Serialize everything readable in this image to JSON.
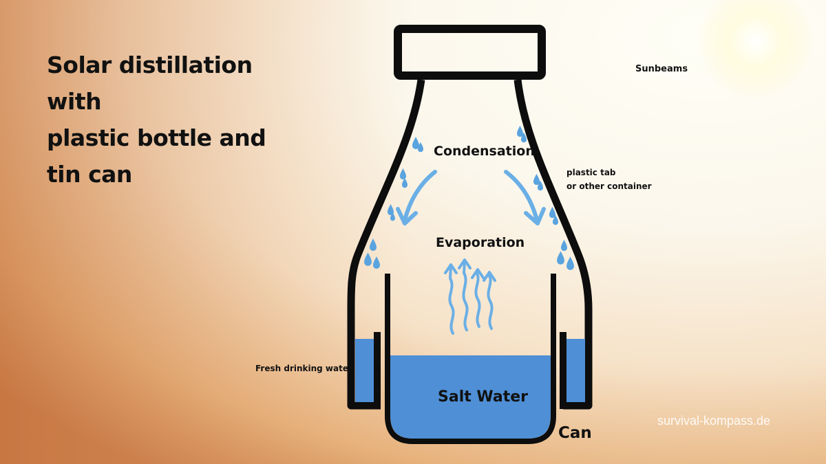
{
  "title_lines": [
    "Solar distillation with",
    "plastic bottle and",
    "tin can"
  ],
  "labels": {
    "sunbeams": "Sunbeams",
    "condensation": "Condensation",
    "plastic_tab_line1": "plastic tab",
    "plastic_tab_line2": "or other container",
    "evaporation": "Evaporation",
    "fresh_water": "Fresh drinking water",
    "salt_water": "Salt Water",
    "can": "Can"
  },
  "watermark": "survival-kompass.de",
  "colors": {
    "outline": "#0d0d0d",
    "water": "#4e8fd6",
    "arrow": "#6aafe6",
    "sun": "#fffde8"
  }
}
